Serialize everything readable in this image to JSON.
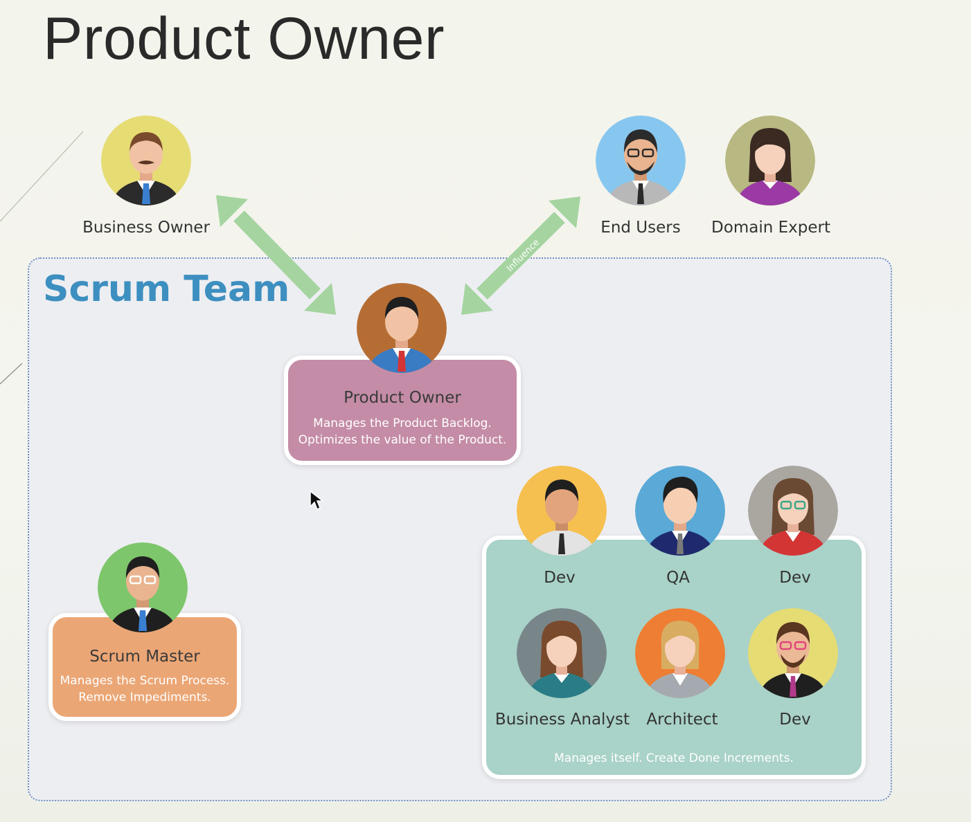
{
  "slide": {
    "title": "Product Owner",
    "team_title": "Scrum Team"
  },
  "stakeholders": [
    {
      "label": "Business Owner",
      "avatar_bg": "#e6dc74"
    },
    {
      "label": "End Users",
      "avatar_bg": "#87c7ef"
    },
    {
      "label": "Domain Expert",
      "avatar_bg": "#b8b882"
    }
  ],
  "influence_label": "Influence",
  "product_owner": {
    "title": "Product Owner",
    "desc_line1": "Manages the Product Backlog.",
    "desc_line2": "Optimizes the value of the Product.",
    "avatar_bg": "#b66d34",
    "card_color": "#c48ca6"
  },
  "scrum_master": {
    "title": "Scrum Master",
    "desc_line1": "Manages the Scrum Process.",
    "desc_line2": "Remove Impediments.",
    "avatar_bg": "#7dc66b",
    "card_color": "#eba675"
  },
  "dev_team": {
    "members": [
      {
        "label": "Dev",
        "avatar_bg": "#f5c04f"
      },
      {
        "label": "QA",
        "avatar_bg": "#5aa9d6"
      },
      {
        "label": "Dev",
        "avatar_bg": "#aaa6a0"
      },
      {
        "label": "Business Analyst",
        "avatar_bg": "#78868a"
      },
      {
        "label": "Architect",
        "avatar_bg": "#ee7e33"
      },
      {
        "label": "Dev",
        "avatar_bg": "#e6dc74"
      }
    ],
    "desc": "Manages itself.  Create Done Increments.",
    "card_color": "#a9d2c8"
  },
  "colors": {
    "arrow": "#a5d4a0",
    "team_title": "#3d8fc0",
    "team_border": "#6f8fbf"
  }
}
